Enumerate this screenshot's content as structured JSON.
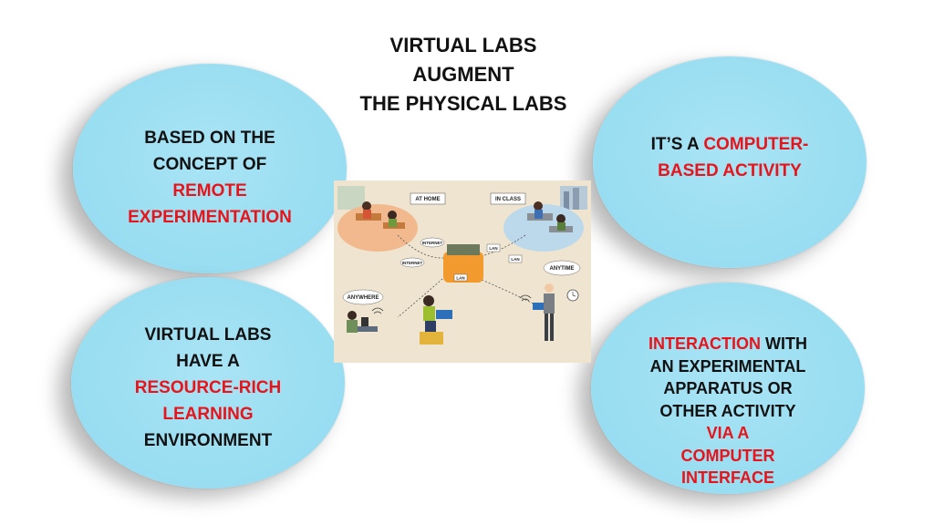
{
  "title": {
    "line1": "VIRTUAL LABS",
    "line2": "AUGMENT",
    "line3": "THE PHYSICAL LABS"
  },
  "bubbles": {
    "top_left": {
      "line1": "BASED ON THE",
      "line2": "CONCEPT OF",
      "line3": "REMOTE",
      "line4": "EXPERIMENTATION"
    },
    "top_right": {
      "part1": "IT’S A ",
      "part2": "COMPUTER-",
      "line2": "BASED ACTIVITY"
    },
    "bottom_left": {
      "line1": "VIRTUAL LABS",
      "line2": "HAVE A",
      "line3": "RESOURCE-RICH",
      "line4": "LEARNING",
      "line5": "ENVIRONMENT"
    },
    "bottom_right": {
      "part1": "INTERACTION",
      "part2": " WITH",
      "line2": "AN EXPERIMENTAL",
      "line3": "APPARATUS OR",
      "line4": "OTHER ACTIVITY",
      "line5": "VIA A",
      "line6": "COMPUTER",
      "line7": "INTERFACE"
    }
  },
  "illustration": {
    "labels": {
      "at_home": "AT HOME",
      "in_class": "IN CLASS",
      "internet1": "INTERNET",
      "internet2": "INTERNET",
      "lan1": "LAN",
      "lan2": "LAN",
      "lan3": "LAN",
      "anytime": "ANYTIME",
      "anywhere": "ANYWHERE"
    }
  },
  "colors": {
    "bubble": "#98ddf1",
    "highlight_red": "#e8141b",
    "illustration_bg": "#efe4cf"
  }
}
